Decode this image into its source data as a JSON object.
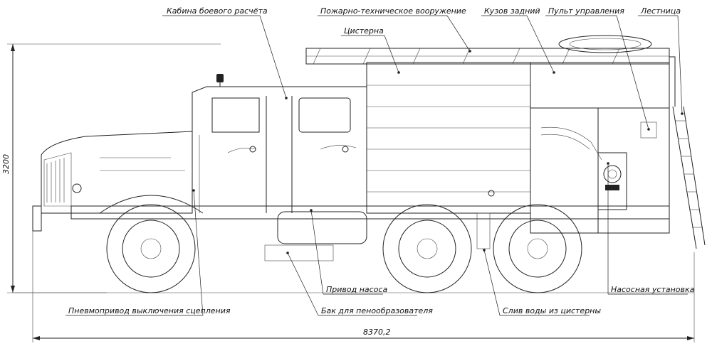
{
  "labels": {
    "cab": "Кабина боевого расчёта",
    "equipment": "Пожарно-техническое вооружение",
    "rear_body": "Кузов задний",
    "control_panel": "Пульт управления",
    "ladder": "Лестница",
    "tank": "Цистерна",
    "pump_drive": "Привод насоса",
    "pump_unit": "Насосная установка",
    "clutch_pneumatic": "Пневмопривод выключения сцепления",
    "foam_tank": "Бак для пенообразователя",
    "water_drain": "Слив воды из цистерны"
  },
  "dimensions": {
    "height": "3200",
    "length": "8370,2"
  }
}
